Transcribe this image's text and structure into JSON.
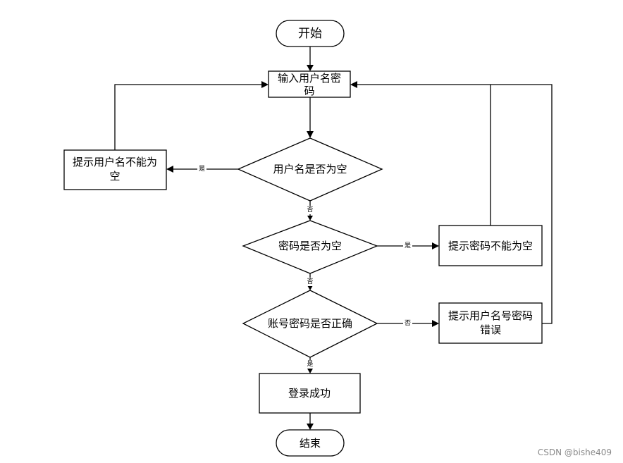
{
  "nodes": {
    "start": "开始",
    "input_line1": "输入用户名密",
    "input_line2": "码",
    "check_username": "用户名是否为空",
    "prompt_username_line1": "提示用户名不能为",
    "prompt_username_line2": "空",
    "check_password": "密码是否为空",
    "prompt_password": "提示密码不能为空",
    "check_credentials": "账号密码是否正确",
    "prompt_error_line1": "提示用户名号密码",
    "prompt_error_line2": "错误",
    "login_success": "登录成功",
    "end": "结束"
  },
  "edge_labels": {
    "username_yes": "是",
    "username_no": "否",
    "password_yes": "是",
    "password_no": "否",
    "credentials_no": "否",
    "credentials_yes": "是"
  },
  "watermark": "CSDN @bishe409"
}
